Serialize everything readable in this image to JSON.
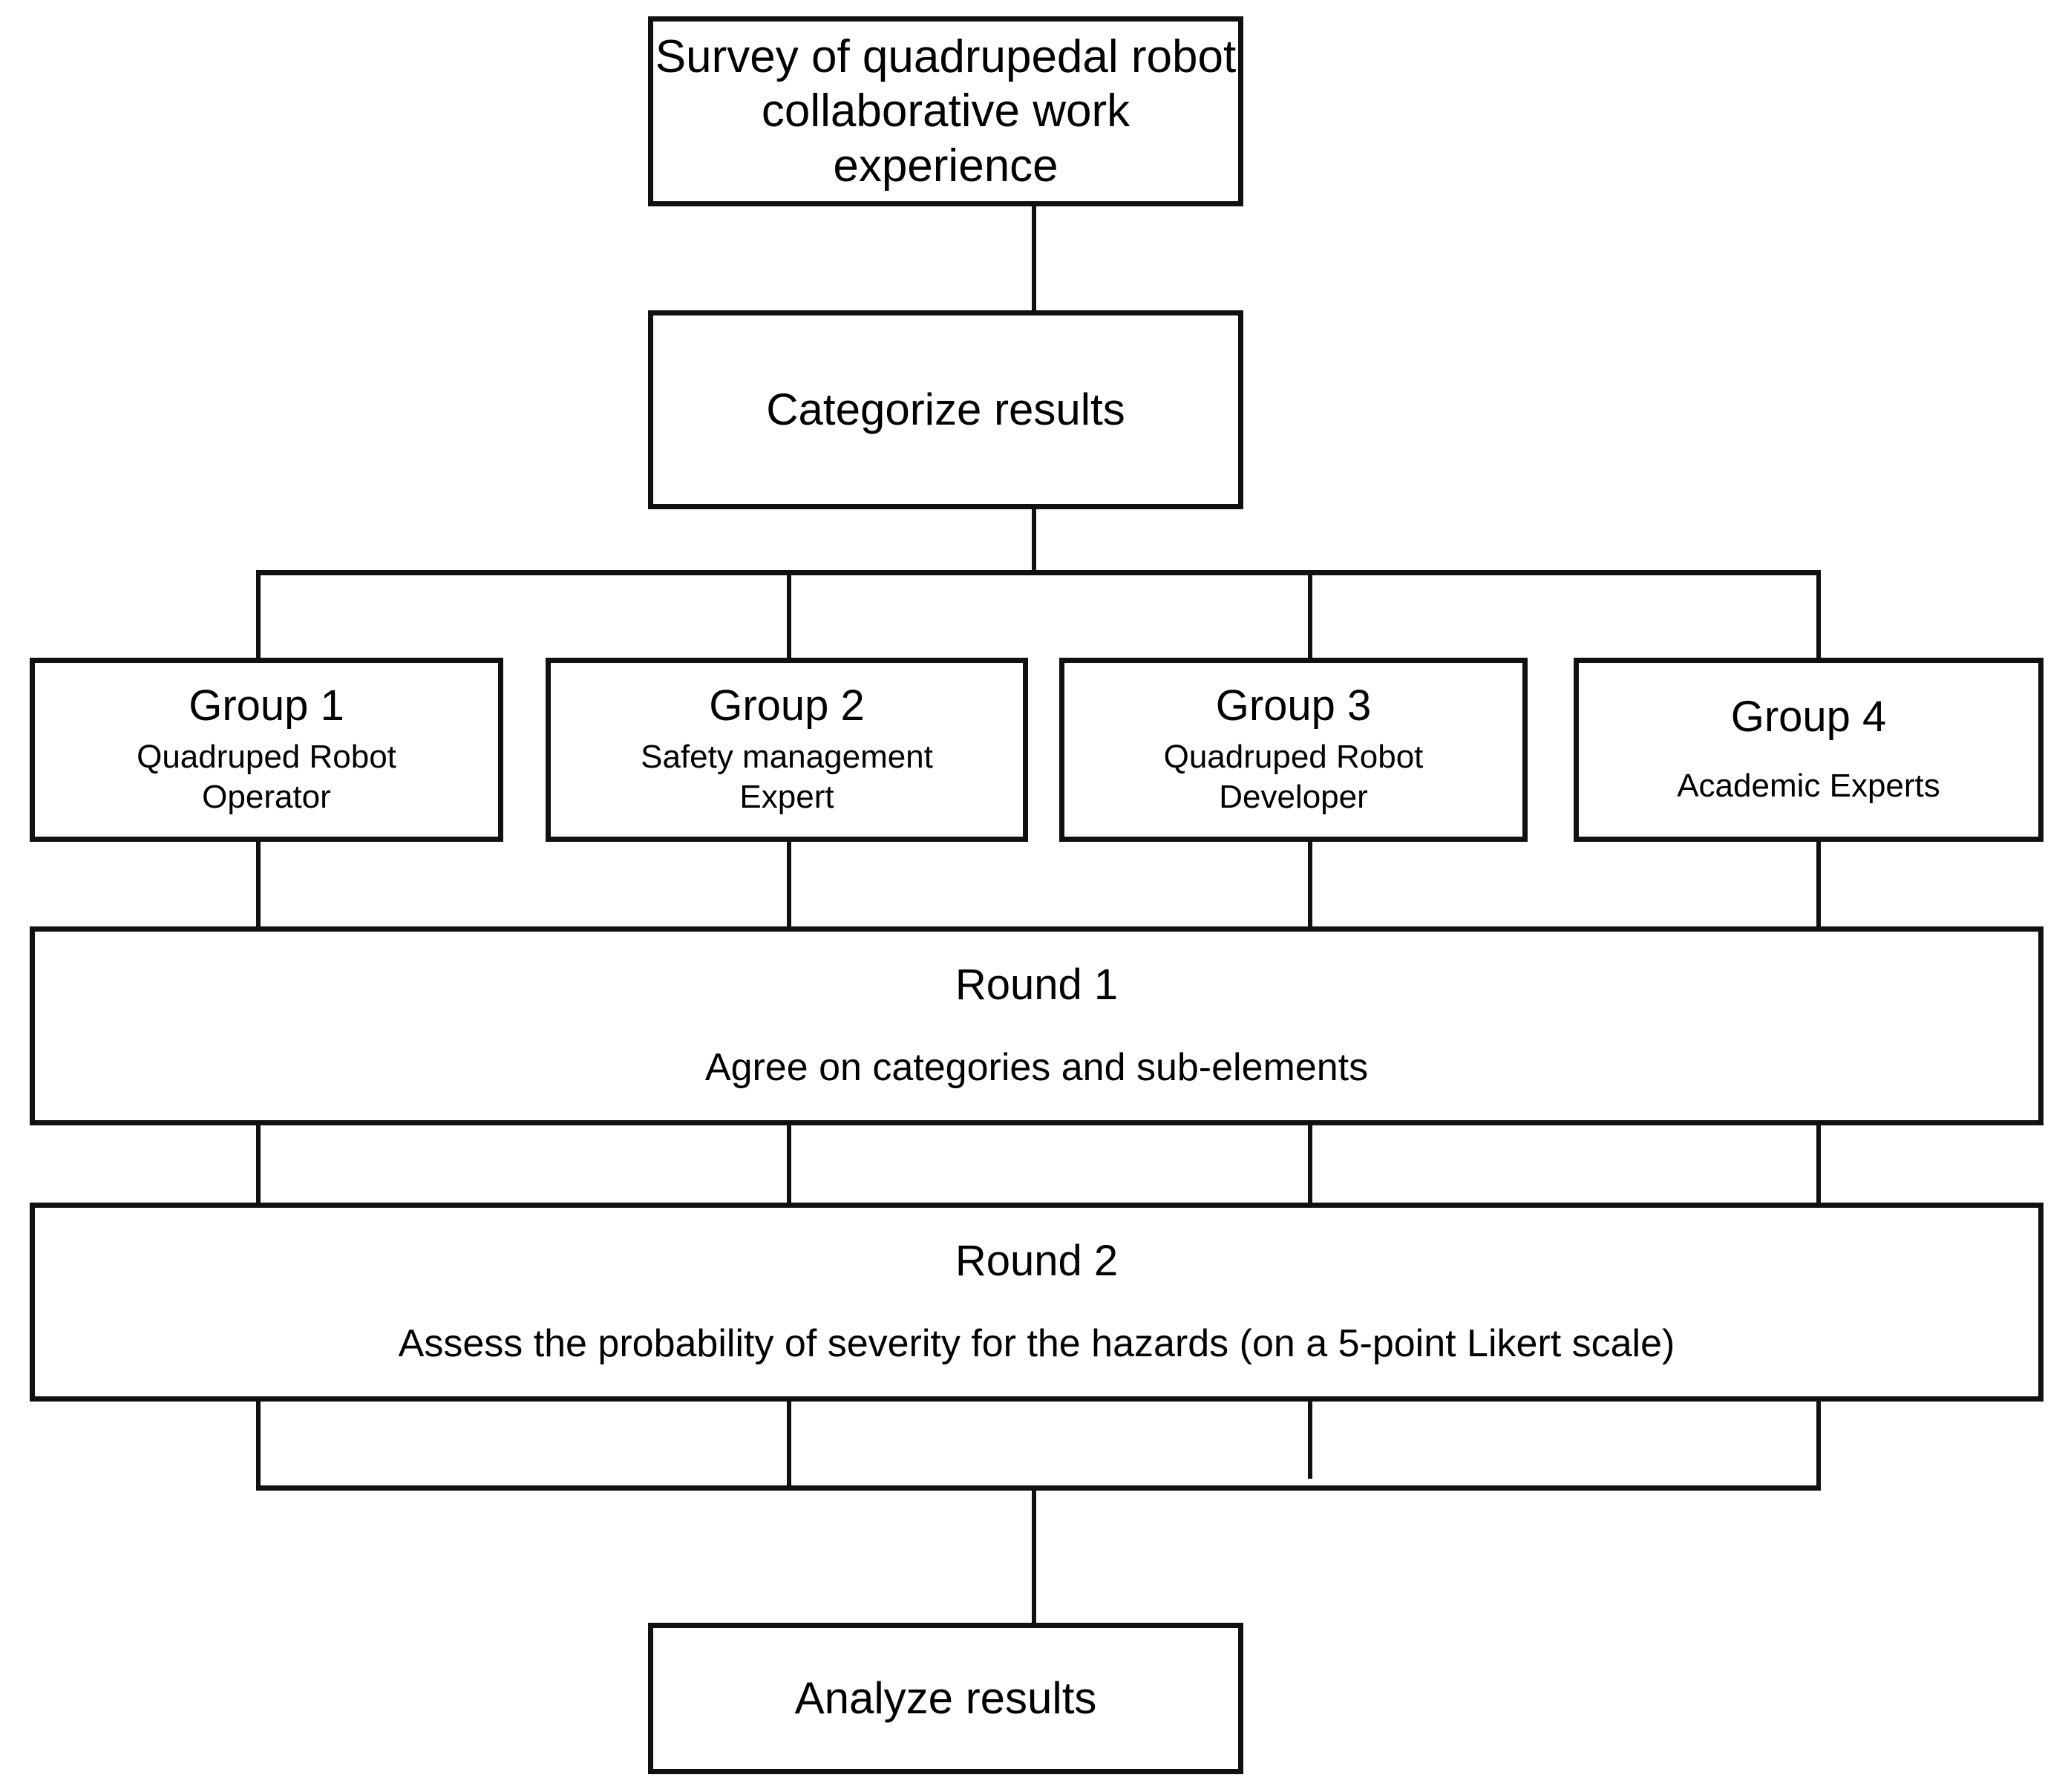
{
  "diagram": {
    "title": "Survey of quadrupedal robot collaborative work experience",
    "nodes": {
      "survey": {
        "label": "Survey of quadrupedal robot\ncollaborative work experience"
      },
      "categorize": {
        "label": "Categorize results"
      },
      "group1": {
        "title": "Group 1",
        "subtitle": "Quadruped Robot\nOperator"
      },
      "group2": {
        "title": "Group 2",
        "subtitle": "Safety management\nExpert"
      },
      "group3": {
        "title": "Group 3",
        "subtitle": "Quadruped Robot\nDeveloper"
      },
      "group4": {
        "title": "Group 4",
        "subtitle": "Academic Experts"
      },
      "round1": {
        "title": "Round 1",
        "subtitle": "Agree on categories and sub-elements"
      },
      "round2": {
        "title": "Round 2",
        "subtitle": "Assess the probability of severity for the hazards (on a 5-point Likert scale)"
      },
      "analyze": {
        "label": "Analyze results"
      }
    },
    "colors": {
      "stroke": "#111111",
      "background": "#ffffff",
      "text": "#000000"
    }
  }
}
